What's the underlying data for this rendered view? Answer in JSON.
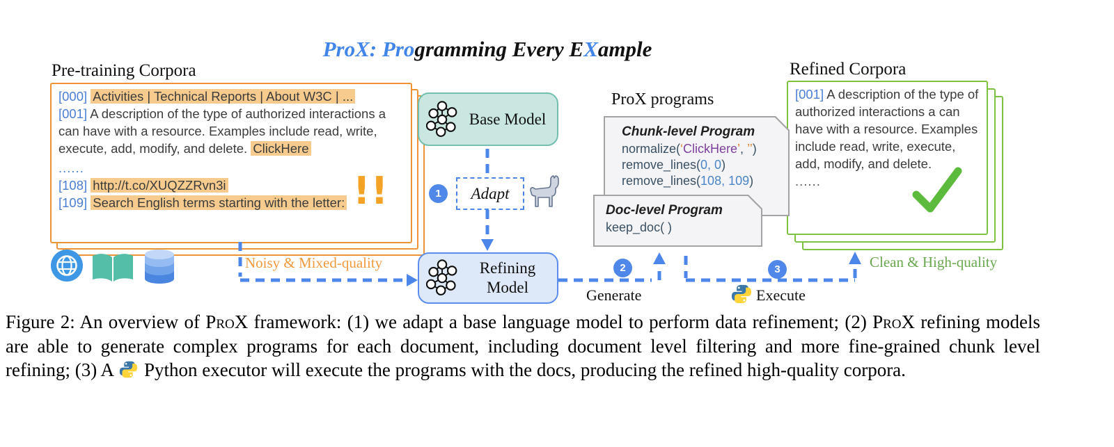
{
  "title": {
    "part1": "ProX: Pro",
    "part2": "gramming Every E",
    "part3": "X",
    "part4": "ample"
  },
  "colors": {
    "accent_blue": "#4c86e8",
    "orange_border": "#ed9438",
    "orange_highlight": "#f7cb8d",
    "green_border": "#7dc142",
    "green_text": "#6aa84f",
    "orange_text": "#ef9a3d",
    "teal_fill": "#c9e7e0",
    "blue_fill": "#dde9f8"
  },
  "pretraining": {
    "heading": "Pre-training Corpora",
    "l000_num": "[000]",
    "l000_text": "Activities | Technical Reports | About W3C | ...",
    "l001_num": "[001]",
    "l001_text": "A description of the type of authorized interactions a can have with a resource. Examples include read, write, execute, add, modify, and delete. ",
    "l001_highlight": "ClickHere",
    "ellipsis": "......",
    "l108_num": "[108]",
    "l108_text": "http://t.co/XUQZZRvn3i",
    "l109_num": "[109]",
    "l109_text": "Search English terms starting with the letter:",
    "warning": "!!",
    "source_label": "Noisy & Mixed-quality"
  },
  "models": {
    "base": "Base Model",
    "refining": "Refining Model"
  },
  "steps": {
    "badge1": "1",
    "adapt": "Adapt",
    "badge2": "2",
    "generate": "Generate",
    "badge3": "3",
    "execute": "Execute"
  },
  "programs": {
    "heading": "ProX programs",
    "chunk_title": "Chunk-level Program",
    "chunk_code": {
      "fn1": "normalize(",
      "q1": "‘",
      "str1": "ClickHere",
      "q2": "’",
      "comma": ", ",
      "empty": "’’",
      "close1": ")",
      "fn2": "remove_lines(",
      "args2": "0, 0",
      "close2": ")",
      "fn3": "remove_lines(",
      "args3": "108, 109",
      "close3": ")"
    },
    "doc_title": "Doc-level Program",
    "doc_code": "keep_doc( )"
  },
  "refined": {
    "heading": "Refined Corpora",
    "l001_num": "[001]",
    "l001_text": "A description of the type of authorized interactions a can have with a resource. Examples include read, write, execute, add, modify, and delete.",
    "ellipsis": "......",
    "result_label": "Clean & High-quality"
  },
  "icons": {
    "sources": [
      "globe-icon",
      "book-icon",
      "database-icon"
    ],
    "adapter": "llama-icon",
    "executor": "python-icon",
    "model": "neural-network-icon",
    "success": "check-icon",
    "warning": "exclamation-marks"
  },
  "caption": {
    "s1": "Figure 2: An overview of ",
    "prox1": "ProX",
    "s2": " framework: (1) we adapt a base language model to perform data refinement; (2) ",
    "prox2": "ProX",
    "s3": " refining models are able to generate complex programs for each document, including document level filtering and more fine-grained chunk level refining; (3) A ",
    "s4": " Python executor will execute the programs with the docs, producing the refined high-quality corpora."
  }
}
